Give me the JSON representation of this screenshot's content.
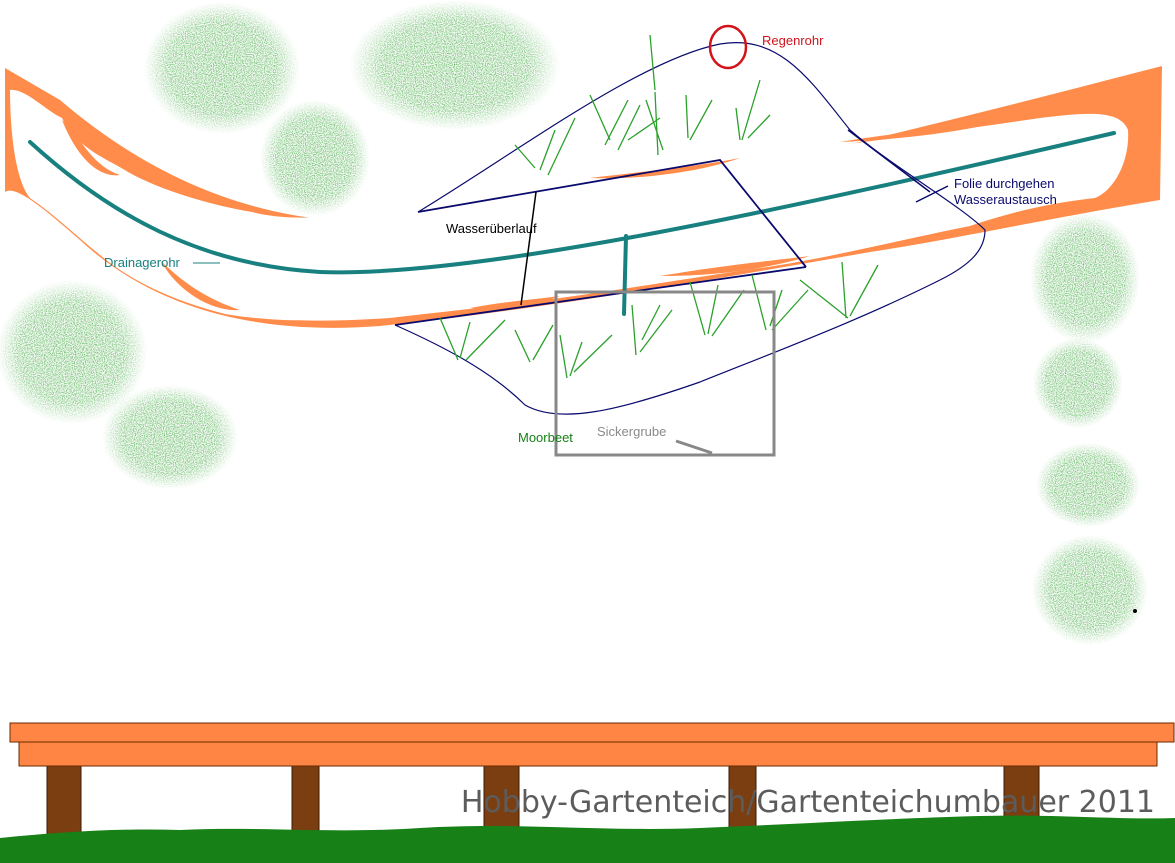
{
  "labels": {
    "regenrohr": "Regenrohr",
    "folie_line1": "Folie durchgehen",
    "folie_line2": "Wasseraustausch",
    "wasserueberlauf": "Wasserüberlauf",
    "drainagerohr": "Drainagerohr",
    "moorbeet": "Moorbeet",
    "sickergrube": "Sickergrube"
  },
  "watermark": "Hobby-Gartenteich/Gartenteichumbauer 2011",
  "colors": {
    "liner_orange": "#ff8c4a",
    "drain_teal": "#18807f",
    "outline_navy": "#0a0a6e",
    "rain_red": "#d3121a",
    "grass_green": "#2aa12a",
    "bush_green": "#1f7a1f",
    "box_gray": "#888888",
    "deck_orange": "#ff8544",
    "post_brown": "#7a3e10",
    "lawn_green": "#178017",
    "watermark_gray": "#5c5c5c"
  }
}
